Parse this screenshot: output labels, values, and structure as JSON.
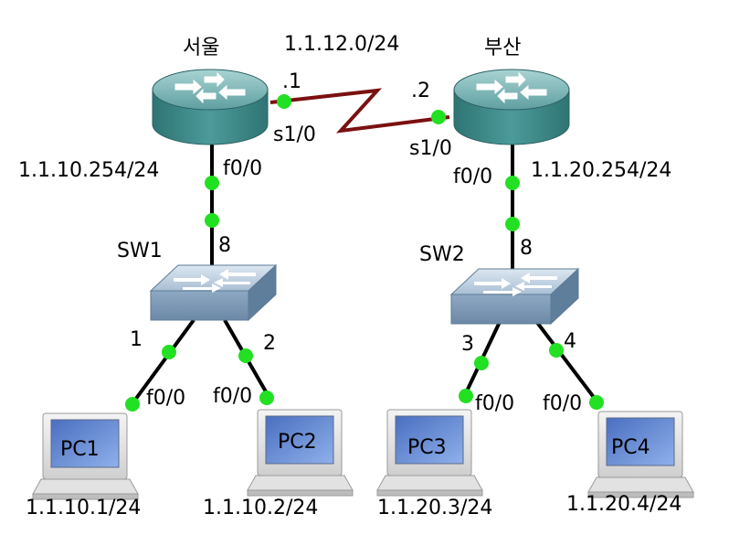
{
  "routers": {
    "left": {
      "name": "서울"
    },
    "right": {
      "name": "부산"
    }
  },
  "wan": {
    "network": "1.1.12.0/24",
    "left_host": ".1",
    "right_host": ".2",
    "left_if": "s1/0",
    "right_if": "s1/0"
  },
  "left_side": {
    "router_ip": "1.1.10.254/24",
    "router_if": "f0/0",
    "switch_name": "SW1",
    "uplink_port": "8",
    "port_a": "1",
    "port_b": "2",
    "pc_a": {
      "name": "PC1",
      "if": "f0/0",
      "ip": "1.1.10.1/24"
    },
    "pc_b": {
      "name": "PC2",
      "if": "f0/0",
      "ip": "1.1.10.2/24"
    }
  },
  "right_side": {
    "router_ip": "1.1.20.254/24",
    "router_if": "f0/0",
    "switch_name": "SW2",
    "uplink_port": "8",
    "port_a": "3",
    "port_b": "4",
    "pc_a": {
      "name": "PC3",
      "if": "f0/0",
      "ip": "1.1.20.3/24"
    },
    "pc_b": {
      "name": "PC4",
      "if": "f0/0",
      "ip": "1.1.20.4/24"
    }
  },
  "colors": {
    "link": "#000000",
    "serial_link": "#7a1010",
    "port_dot": "#22e022",
    "router_top": "#7fb8b8",
    "router_body": "#3f8c8c",
    "switch_top": "#c8d8e8",
    "switch_body": "#7d9bb8"
  }
}
